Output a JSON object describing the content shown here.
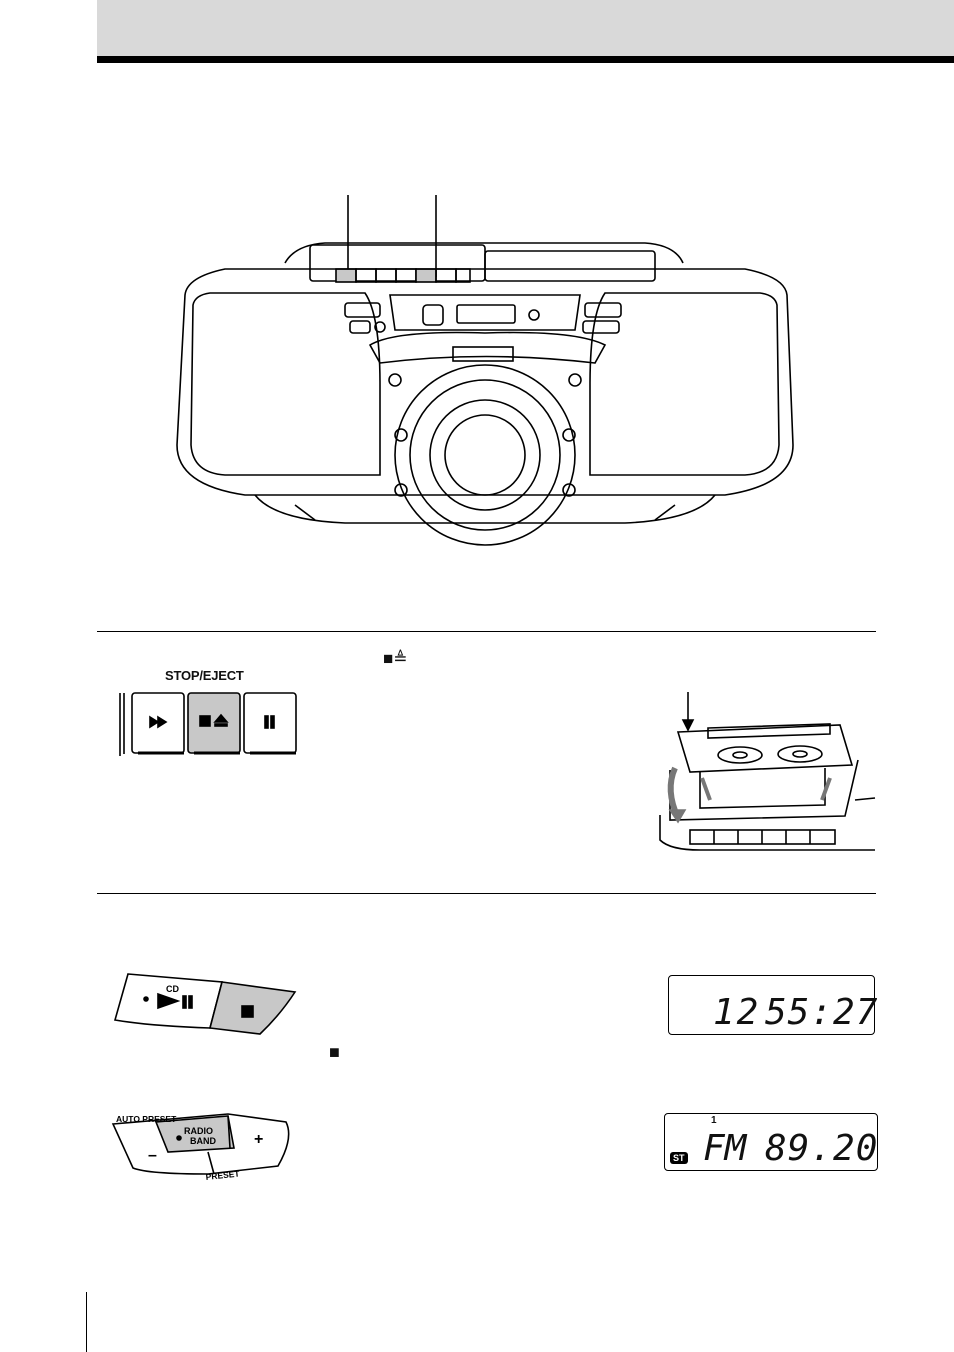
{
  "stop_eject": {
    "panel_label": "STOP/EJECT",
    "stop_eject_symbol": "■≜"
  },
  "cd_button": {
    "cd_label": "CD",
    "play_pause_symbol": "►II",
    "stop_symbol": "■"
  },
  "stop_symbol_note": "■",
  "radio_button": {
    "auto_preset_label": "AUTO PRESET",
    "radio_label": "RADIO",
    "band_label": "BAND",
    "minus_label": "–",
    "plus_label": "+",
    "preset_label": "PRESET"
  },
  "cd_display": {
    "track": "12",
    "time": "55:27"
  },
  "radio_display": {
    "preset_number": "1",
    "stereo_badge": "ST",
    "band": "FM",
    "frequency": "89.20"
  }
}
